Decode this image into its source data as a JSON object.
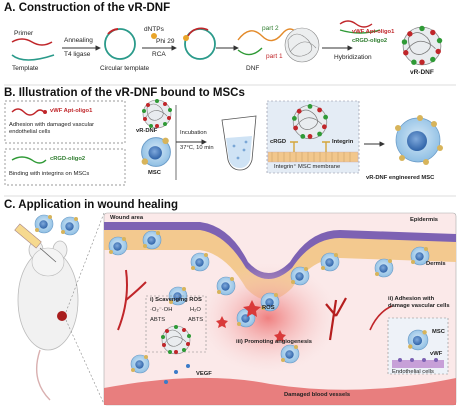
{
  "section_a": {
    "title": "A. Construction of the vR-DNF",
    "primer": "Primer",
    "template": "Template",
    "annealing": "Annealing",
    "ligase": "T4 ligase",
    "circular_template": "Circular template",
    "dntps": "dNTPs",
    "phi29": "Phi 29",
    "rca": "RCA",
    "part2": "part 2",
    "part1": "part 1",
    "dnf": "DNF",
    "apt_oligo1": "vWF Apt-oligo1",
    "crgd_oligo2": "cRGD-oligo2",
    "hybridization": "Hybridization",
    "vr_dnf": "vR-DNF"
  },
  "section_b": {
    "title": "B. Illustration of the vR-DNF bound to MSCs",
    "apt_oligo1": "vWF Apt-oligo1",
    "adhesion_text": "Adhesion with damaged vascular endothelial cells",
    "crgd_oligo2": "cRGD-oligo2",
    "binding_text": "Binding with integrins on MSCs",
    "vr_dnf": "vR-DNF",
    "msc": "MSC",
    "incubation": "Incubation",
    "incubation_cond": "37°C, 10 min",
    "crgd": "cRGD",
    "integrin": "Integrin",
    "membrane": "Integrin⁺ MSC membrane",
    "engineered": "vR-DNF engineered MSC"
  },
  "section_c": {
    "title": "C. Application in wound healing",
    "wound_area": "Wound area",
    "epidermis": "Epidermis",
    "dermis": "Dermis",
    "scavenging": "i) Scavenging ROS",
    "radicals": "·O₂⁻·OH",
    "water": "H₂O",
    "abts_red": "ABTS",
    "abts_ox": "ABTS",
    "ros": "ROS",
    "angiogenesis": "iii) Promoting angiogenesis",
    "vegf": "VEGF",
    "adhesion_title": "ii) Adhesion with damage vascular cells",
    "msc": "MSC",
    "vwf": "vWF",
    "endothelial": "Endothelial cells",
    "damaged_vessels": "Damaged blood vessels"
  },
  "colors": {
    "apt": "#c0262a",
    "crgd": "#2f7d2f",
    "cell": "#a9cde9",
    "nucleus": "#4f86c6",
    "skin_top": "#7a5fb0",
    "skin_mid": "#f0c58e",
    "tissue": "#f7d7d7"
  }
}
